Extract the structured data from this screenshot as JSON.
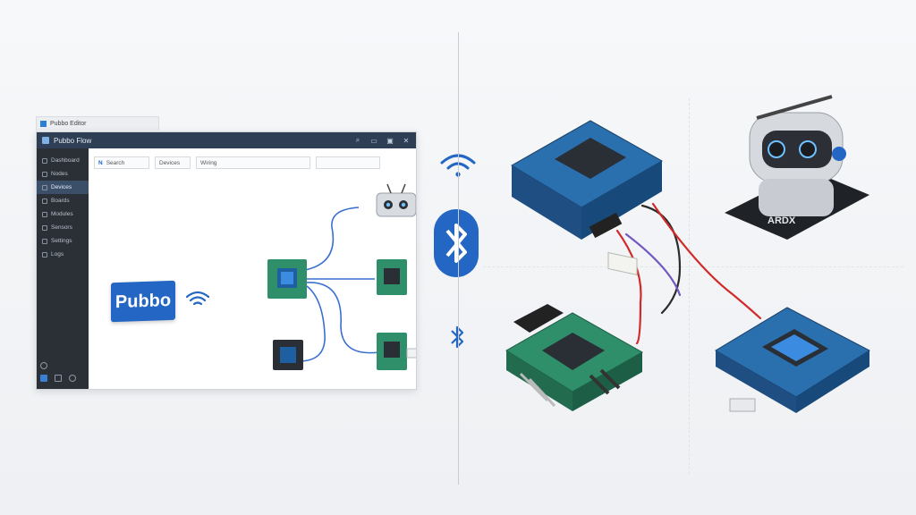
{
  "app": {
    "window_caption": "Pubbo Editor",
    "app_title": "Pubbo Flow",
    "brand_label": "Pubbo"
  },
  "sidebar": {
    "items": [
      {
        "label": "Dashboard"
      },
      {
        "label": "Nodes"
      },
      {
        "label": "Devices"
      },
      {
        "label": "Boards"
      },
      {
        "label": "Modules"
      },
      {
        "label": "Sensors"
      },
      {
        "label": "Settings"
      },
      {
        "label": "Logs"
      }
    ],
    "active_index": 2
  },
  "toolbar": {
    "search_placeholder": "Search",
    "device_field": "Devices",
    "view_field": "Wiring"
  },
  "icons": {
    "wifi": "wifi-icon",
    "bluetooth": "bluetooth-icon"
  },
  "colors": {
    "accent": "#2466c4",
    "sidebar_bg": "#2b2f36",
    "titlebar_bg": "#2d3e55",
    "pcb_blue": "#1d5fa0",
    "pcb_green": "#2f8f6a",
    "wire_red": "#d12a2a",
    "wire_blue": "#3a6fd1"
  },
  "robot_label": "ARDX"
}
